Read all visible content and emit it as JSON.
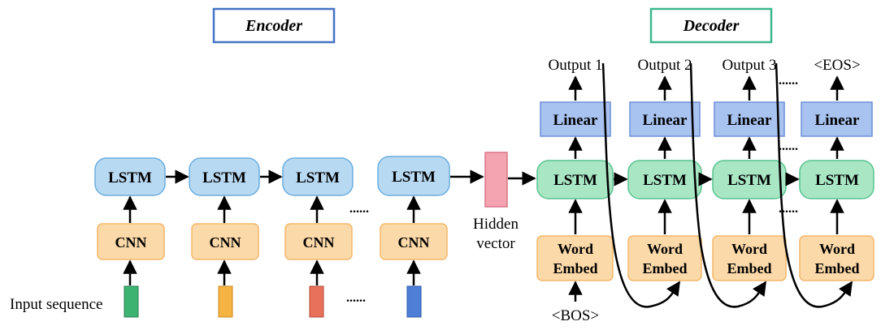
{
  "encoder": {
    "title": "Encoder",
    "title_border_color": "#4472c4",
    "lstm_label": "LSTM",
    "cnn_label": "CNN",
    "input_label": "Input sequence",
    "input_colors": [
      "#3cb371",
      "#f5b342",
      "#e8715a",
      "#4d7fd6"
    ],
    "ellipsis": "......"
  },
  "hidden": {
    "label_line1": "Hidden",
    "label_line2": "vector",
    "color": "#f4a3b0"
  },
  "decoder": {
    "title": "Decoder",
    "title_border_color": "#3cb88f",
    "lstm_label": "LSTM",
    "linear_label": "Linear",
    "embed_line1": "Word",
    "embed_line2": "Embed",
    "outputs": [
      "Output 1",
      "Output 2",
      "Output 3",
      "<EOS>"
    ],
    "start_token": "<BOS>",
    "ellipsis": "......"
  },
  "colors": {
    "lstm_encoder_fill": "#b8d9f2",
    "lstm_encoder_stroke": "#6aaee0",
    "cnn_fill": "#fcd9a8",
    "cnn_stroke": "#f3b76c",
    "lstm_decoder_fill": "#a9e6c4",
    "lstm_decoder_stroke": "#59c38f",
    "linear_fill": "#a9c3f0",
    "linear_stroke": "#6d8fd6",
    "embed_fill": "#fcd9a8",
    "embed_stroke": "#f3b76c"
  }
}
